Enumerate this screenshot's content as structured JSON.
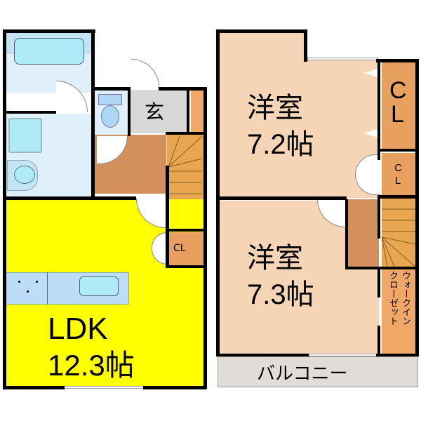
{
  "floor1": {
    "rooms": {
      "ldk": {
        "name": "LDK",
        "size": "12.3帖",
        "color": "#ffff00"
      },
      "entrance": {
        "name": "玄",
        "color": "#d8d8d8"
      },
      "closet": {
        "name": "CL",
        "color": "#e8a060"
      },
      "bathroom": {
        "name": "",
        "color": "#dff0fb"
      },
      "toilet": {
        "name": "",
        "color": "#dff0fb"
      },
      "hall": {
        "name": "",
        "color": "#d4905c"
      },
      "stairs": {
        "name": "",
        "color": "#e8a650"
      }
    }
  },
  "floor2": {
    "rooms": {
      "western_room_1": {
        "name": "洋室",
        "size": "7.2帖",
        "color": "#f5d5b5"
      },
      "western_room_2": {
        "name": "洋室",
        "size": "7.3帖",
        "color": "#f5d5b5"
      },
      "closet_large": {
        "name_line1": "C",
        "name_line2": "L",
        "color": "#e8a060"
      },
      "closet_small": {
        "name_line1": "C",
        "name_line2": "L",
        "color": "#e8a060"
      },
      "walk_in_closet": {
        "col1": "ウォークイン",
        "col2": "クローゼット",
        "color": "#f0a868"
      },
      "balcony": {
        "name": "バルコニー",
        "color": "#e0dcd8"
      },
      "hall": {
        "name": "",
        "color": "#d4905c"
      },
      "stairs": {
        "name": "",
        "color": "#e8a650"
      }
    }
  }
}
